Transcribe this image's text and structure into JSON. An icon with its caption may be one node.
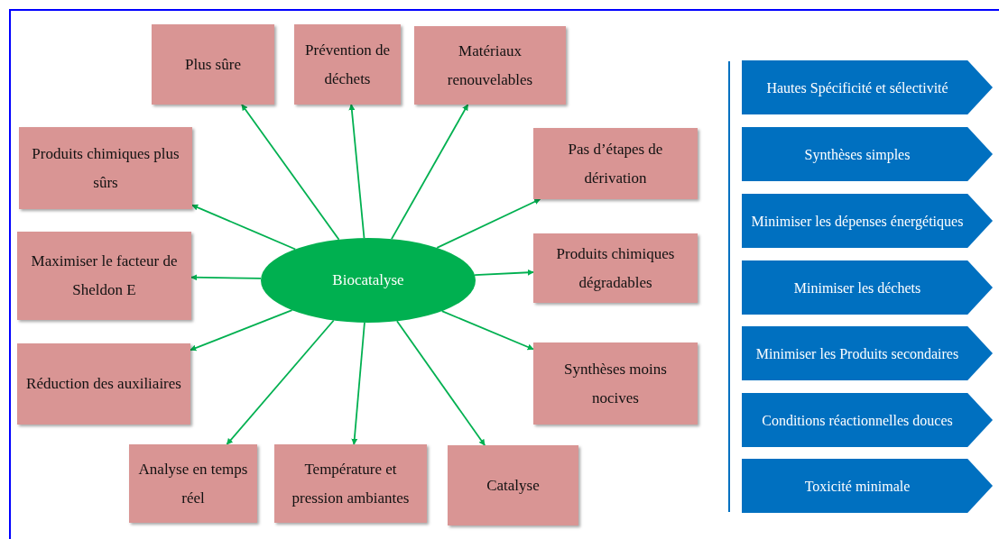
{
  "diagram": {
    "nodes": [
      {
        "text": [
          "Biocatalyse"
        ]
      },
      {
        "text": [
          "Plus sûre"
        ]
      },
      {
        "text": [
          "Prévention de déchets"
        ]
      },
      {
        "text": [
          "Matériaux renouvelables"
        ]
      },
      {
        "text": [
          "Produits chimiques plus sûrs"
        ]
      },
      {
        "text": [
          "Pas d’étapes de dérivation"
        ]
      },
      {
        "text": [
          "Maximiser le facteur de Sheldon E"
        ]
      },
      {
        "text": [
          "Produits chimiques dégradables"
        ]
      },
      {
        "text": [
          "Réduction des auxiliaires"
        ]
      },
      {
        "text": [
          "Synthèses moins nocives"
        ]
      },
      {
        "text": [
          "Analyse en temps réel"
        ]
      },
      {
        "text": [
          "Température et pression ambiantes"
        ]
      },
      {
        "text": [
          "Catalyse"
        ]
      },
      {
        "text": [
          "Hautes Spécificité et sélectivité"
        ]
      },
      {
        "text": [
          "Synthèses simples"
        ]
      },
      {
        "text": [
          "Minimiser les dépenses énergétiques"
        ]
      },
      {
        "text": [
          "Minimiser les déchets"
        ]
      },
      {
        "text": [
          "Minimiser les Produits secondaires"
        ]
      },
      {
        "text": [
          "Conditions réactionnelles douces"
        ]
      },
      {
        "text": [
          "Toxicité minimale"
        ]
      }
    ],
    "edges": [
      {
        "from": 0,
        "to": 1,
        "arrow": "to"
      },
      {
        "from": 0,
        "to": 2,
        "arrow": "to"
      },
      {
        "from": 0,
        "to": 3,
        "arrow": "to"
      },
      {
        "from": 0,
        "to": 4,
        "arrow": "to"
      },
      {
        "from": 0,
        "to": 5,
        "arrow": "to"
      },
      {
        "from": 0,
        "to": 6,
        "arrow": "to"
      },
      {
        "from": 0,
        "to": 7,
        "arrow": "to"
      },
      {
        "from": 0,
        "to": 8,
        "arrow": "to"
      },
      {
        "from": 0,
        "to": 9,
        "arrow": "to"
      },
      {
        "from": 0,
        "to": 10,
        "arrow": "to"
      },
      {
        "from": 0,
        "to": 11,
        "arrow": "to"
      },
      {
        "from": 0,
        "to": 12,
        "arrow": "to"
      }
    ]
  }
}
